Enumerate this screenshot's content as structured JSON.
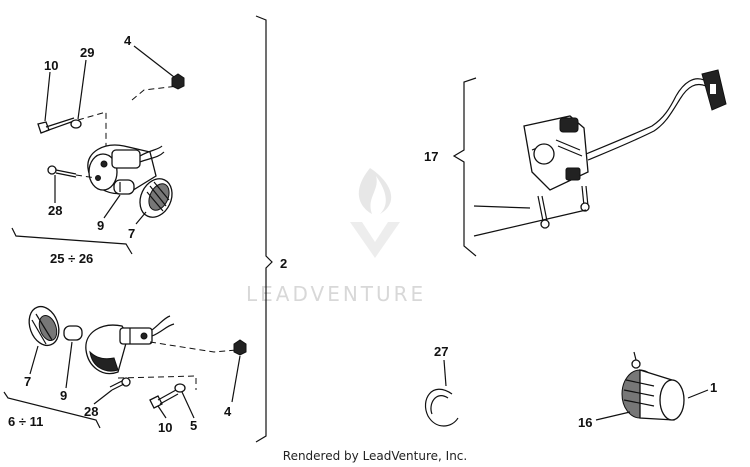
{
  "labels": {
    "c1": "1",
    "c2": "2",
    "c4a": "4",
    "c4b": "4",
    "c5": "5",
    "c6_11": "6 ÷ 11",
    "c7a": "7",
    "c7b": "7",
    "c9a": "9",
    "c9b": "9",
    "c10a": "10",
    "c10b": "10",
    "c16": "16",
    "c17": "17",
    "c25_26": "25 ÷ 26",
    "c27": "27",
    "c28a": "28",
    "c28b": "28",
    "c29": "29"
  },
  "watermark": {
    "text": "LEADVENTURE"
  },
  "credit": "Rendered by LeadVenture, Inc."
}
